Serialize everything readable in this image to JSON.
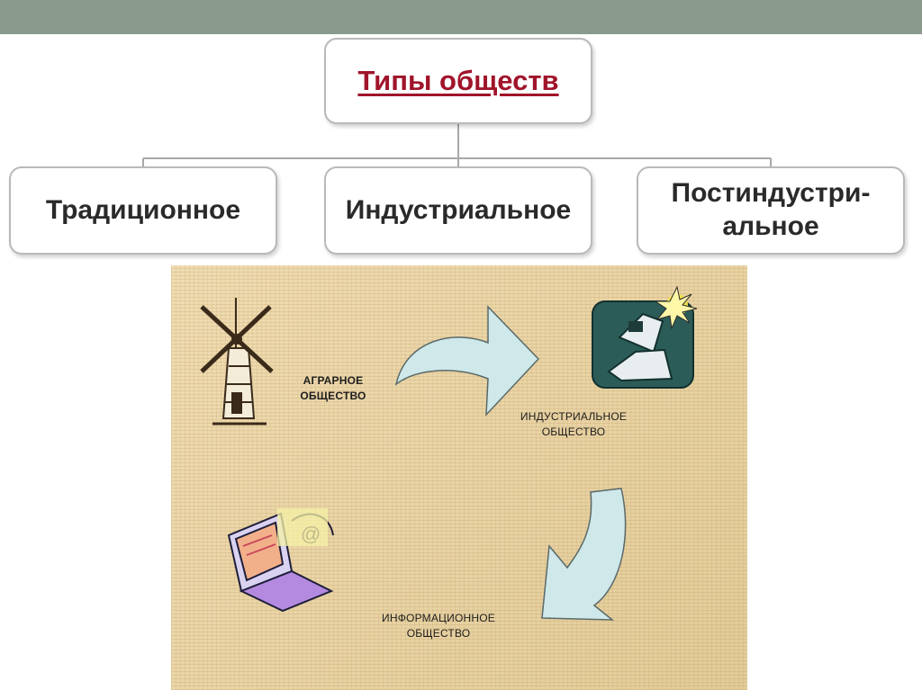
{
  "tree": {
    "root": "Типы обществ",
    "children": [
      "Традиционное",
      "Индустриальное",
      "Постиндустри-\nальное"
    ]
  },
  "panel": {
    "stages": {
      "agrarian": "АГРАРНОЕ\nОБЩЕСТВО",
      "industrial": "ИНДУСТРИАЛЬНОЕ\nОБЩЕСТВО",
      "information": "ИНФОРМАЦИОННОЕ\nОБЩЕСТВО"
    },
    "icons": [
      "windmill-icon",
      "welder-icon",
      "laptop-icon"
    ]
  },
  "colors": {
    "header_bar": "#8a9a8c",
    "root_text": "#a0142a",
    "arrow_fill": "#cfe8ea",
    "panel_bg": "#e9d6a9"
  }
}
